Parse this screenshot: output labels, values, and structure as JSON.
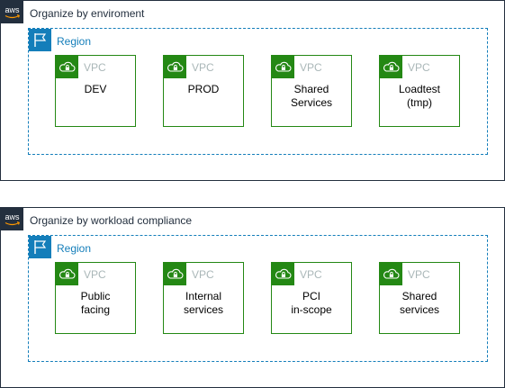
{
  "colors": {
    "aws_dark": "#232f3e",
    "region_blue": "#147eba",
    "vpc_green": "#248814",
    "vpc_label_grey": "#aab7b8"
  },
  "icons": {
    "group": "aws-logo-icon",
    "region": "region-flag-icon",
    "vpc": "vpc-cloud-lock-icon"
  },
  "groups": [
    {
      "title": "Organize by enviroment",
      "region_label": "Region",
      "vpcs": [
        {
          "label": "VPC",
          "name": "DEV"
        },
        {
          "label": "VPC",
          "name": "PROD"
        },
        {
          "label": "VPC",
          "name": "Shared\nServices"
        },
        {
          "label": "VPC",
          "name": "Loadtest\n(tmp)"
        }
      ]
    },
    {
      "title": "Organize by workload compliance",
      "region_label": "Region",
      "vpcs": [
        {
          "label": "VPC",
          "name": "Public\nfacing"
        },
        {
          "label": "VPC",
          "name": "Internal\nservices"
        },
        {
          "label": "VPC",
          "name": "PCI\nin-scope"
        },
        {
          "label": "VPC",
          "name": "Shared\nservices"
        }
      ]
    }
  ]
}
